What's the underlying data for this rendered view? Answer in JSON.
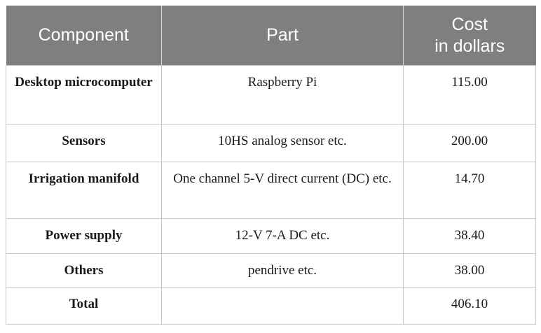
{
  "table": {
    "columns": [
      {
        "key": "component",
        "label": "Component",
        "label_lines": [
          "Component"
        ],
        "align": "center"
      },
      {
        "key": "part",
        "label": "Part",
        "label_lines": [
          "Part"
        ],
        "align": "center"
      },
      {
        "key": "cost",
        "label": "Cost in dollars",
        "label_lines": [
          "Cost",
          "in dollars"
        ],
        "align": "center"
      }
    ],
    "rows": [
      {
        "component": "Desktop microcomputer",
        "part": "Raspberry Pi",
        "cost": "115.00"
      },
      {
        "component": "Sensors",
        "part": "10HS analog sensor etc.",
        "cost": "200.00"
      },
      {
        "component": "Irrigation manifold",
        "part": "One channel 5-V direct current (DC) etc.",
        "cost": "14.70"
      },
      {
        "component": "Power supply",
        "part": "12-V 7-A DC etc.",
        "cost": "38.40"
      },
      {
        "component": "Others",
        "part": "pendrive etc.",
        "cost": "38.00"
      },
      {
        "component": "Total",
        "part": "",
        "cost": "406.10"
      }
    ],
    "colors": {
      "header_background": "#7f7f7f",
      "header_text": "#ffffff",
      "body_text": "#1a1a1a",
      "border": "#c8c8c8",
      "page_background": "#ffffff"
    }
  }
}
